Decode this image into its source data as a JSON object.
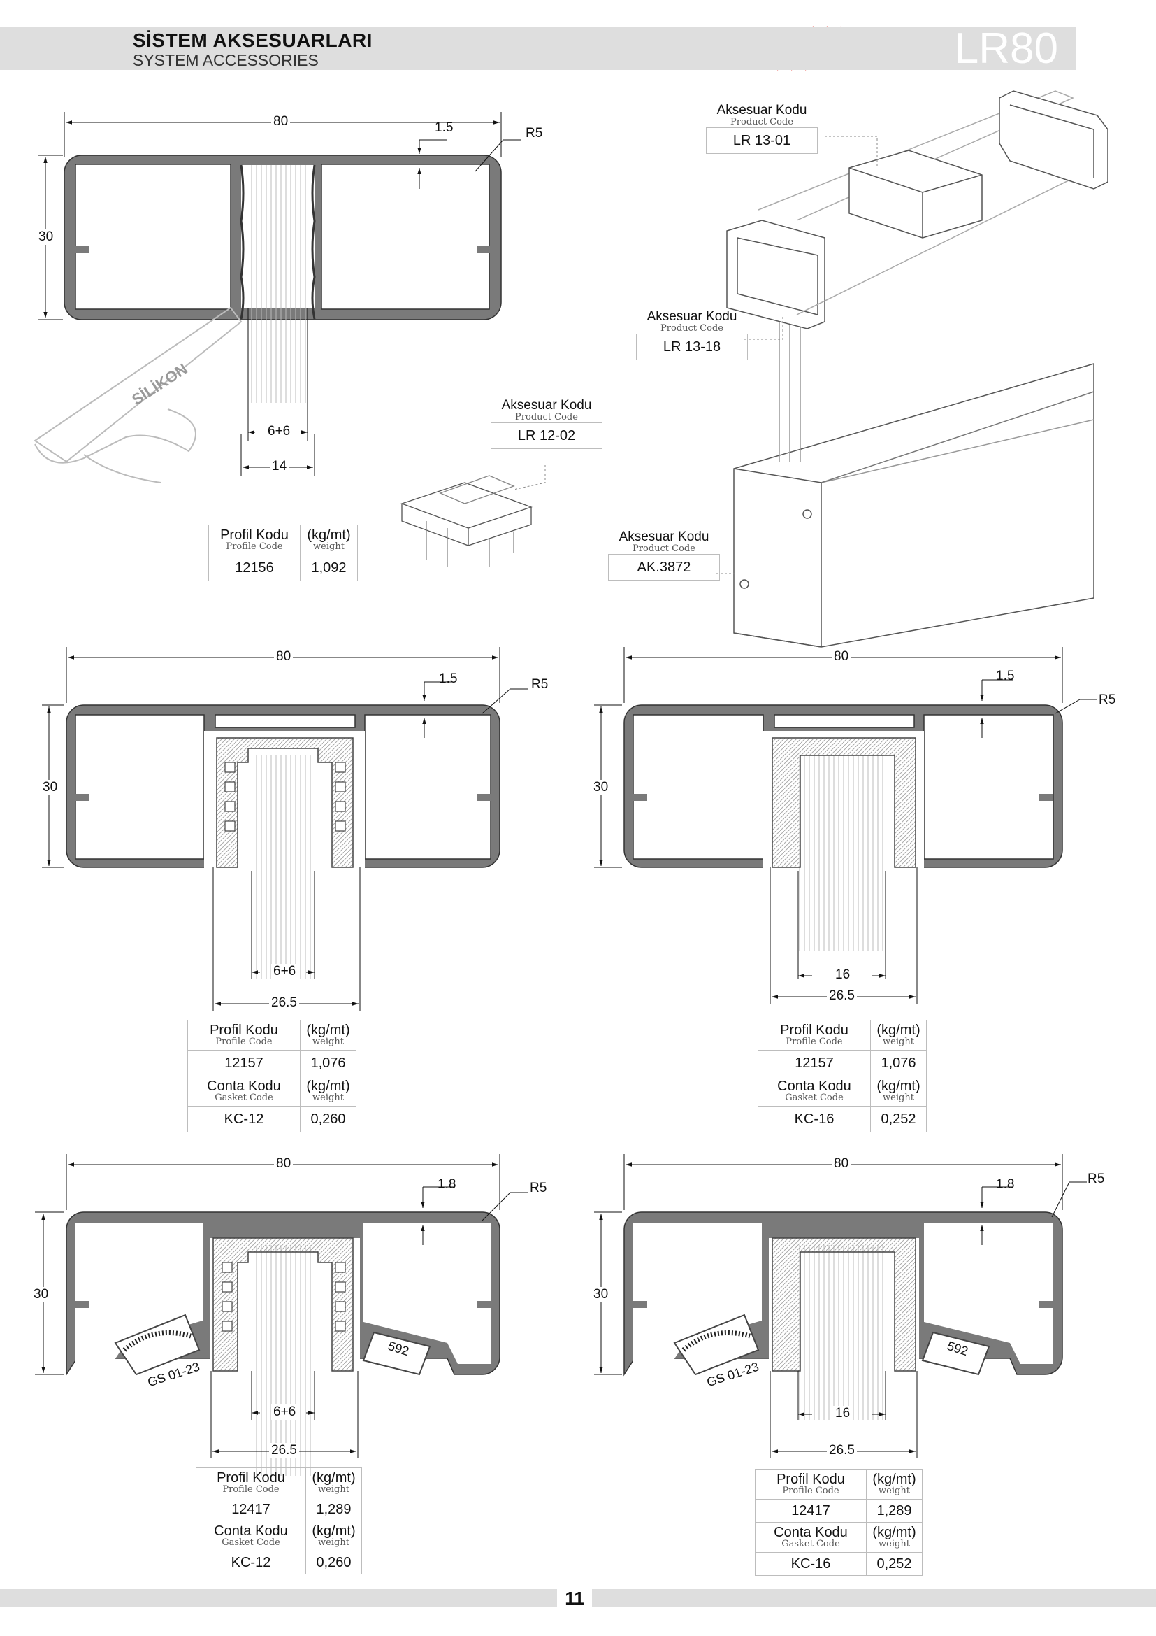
{
  "header": {
    "title": "SİSTEM AKSESUARLARI",
    "subtitle": "SYSTEM ACCESSORIES",
    "model": "LR80",
    "brand_color": "#e3241b"
  },
  "labels": {
    "profile_code_tr": "Profil Kodu",
    "profile_code_en": "Profile Code",
    "gasket_code_tr": "Conta Kodu",
    "gasket_code_en": "Gasket Code",
    "weight_unit": "(kg/mt)",
    "weight_en": "weight",
    "acc_code_tr": "Aksesuar Kodu",
    "acc_code_en": "Product Code"
  },
  "accessories": {
    "a1": "LR 13-01",
    "a2": "LR 13-18",
    "a3": "LR 12-02",
    "a4": "AK.3872"
  },
  "silikon": "SİLİKON",
  "gasket_tags": {
    "gs": "GS 01-23",
    "code592": "592"
  },
  "profiles": {
    "p1": {
      "width": "80",
      "height": "30",
      "wall": "1.5",
      "radius": "R5",
      "glass": "6+6",
      "slot": "14",
      "profile_code": "12156",
      "profile_weight": "1,092"
    },
    "p2": {
      "width": "80",
      "height": "30",
      "wall": "1.5",
      "radius": "R5",
      "glass": "6+6",
      "slot": "26.5",
      "profile_code": "12157",
      "profile_weight": "1,076",
      "gasket_code": "KC-12",
      "gasket_weight": "0,260"
    },
    "p3": {
      "width": "80",
      "height": "30",
      "wall": "1.5",
      "radius": "R5",
      "glass": "16",
      "slot": "26.5",
      "profile_code": "12157",
      "profile_weight": "1,076",
      "gasket_code": "KC-16",
      "gasket_weight": "0,252"
    },
    "p4": {
      "width": "80",
      "height": "30",
      "wall": "1.8",
      "radius": "R5",
      "glass": "6+6",
      "slot": "26.5",
      "profile_code": "12417",
      "profile_weight": "1,289",
      "gasket_code": "KC-12",
      "gasket_weight": "0,260"
    },
    "p5": {
      "width": "80",
      "height": "30",
      "wall": "1.8",
      "radius": "R5",
      "glass": "16",
      "slot": "26.5",
      "profile_code": "12417",
      "profile_weight": "1,289",
      "gasket_code": "KC-16",
      "gasket_weight": "0,252"
    }
  },
  "page_number": "11"
}
